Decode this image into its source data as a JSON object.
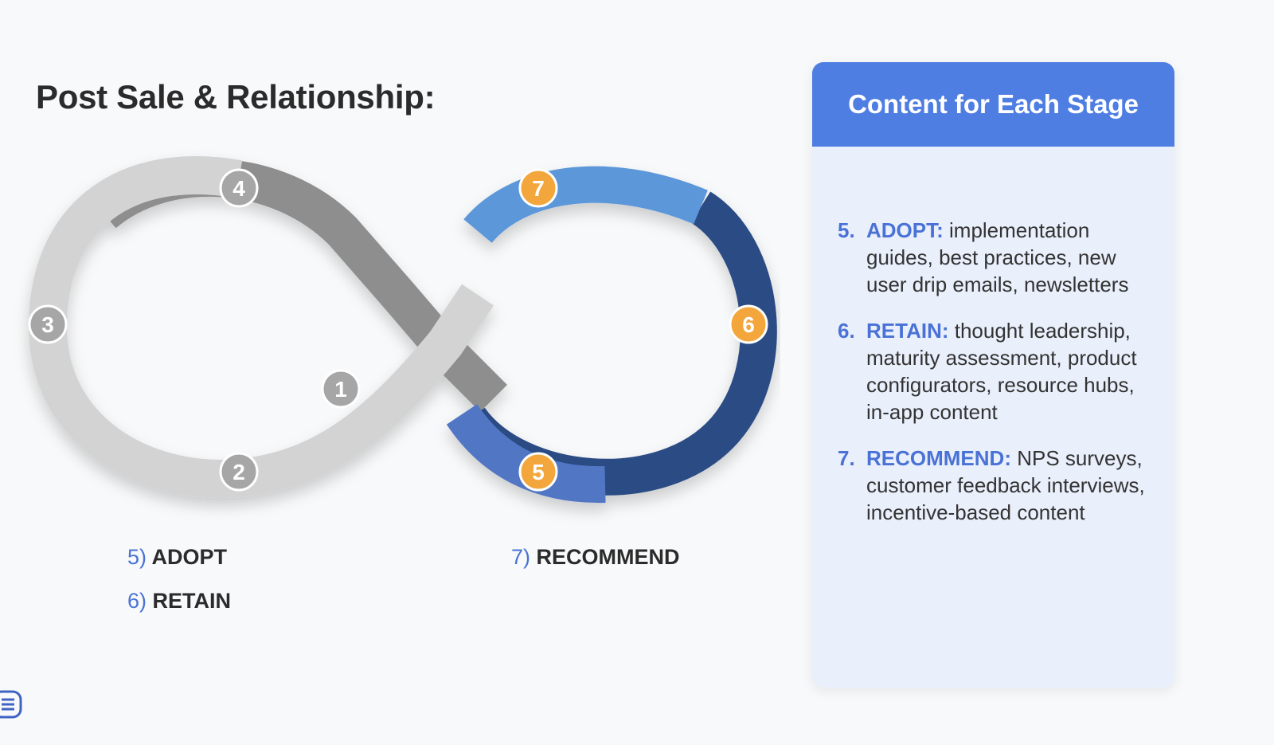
{
  "title": "Post Sale & Relationship:",
  "diagram": {
    "markers": [
      "1",
      "2",
      "3",
      "4",
      "5",
      "6",
      "7"
    ],
    "colors": {
      "loop_left_light": "#d3d3d3",
      "loop_left_dark": "#8e8e8e",
      "loop_right_navy": "#2c4b84",
      "loop_right_blue": "#5b97d9",
      "marker_gray": "#a6a6a6",
      "marker_orange": "#f3a63c"
    }
  },
  "stage_labels": [
    {
      "num": "5)",
      "text": "ADOPT"
    },
    {
      "num": "6)",
      "text": "RETAIN"
    },
    {
      "num": "7)",
      "text": "RECOMMEND"
    }
  ],
  "card": {
    "header": "Content for Each Stage",
    "items": [
      {
        "num": "5.",
        "keyword": "ADOPT:",
        "text": " implementation guides, best practices, new user drip emails, newsletters"
      },
      {
        "num": "6.",
        "keyword": "RETAIN:",
        "text": " thought leadership, maturity assessment, product configurators, resource hubs, in-app content"
      },
      {
        "num": "7.",
        "keyword": "RECOMMEND:",
        "text": " NPS surveys, customer feedback interviews, incentive-based content"
      }
    ]
  },
  "icons": {
    "menu": "notes-menu-icon"
  },
  "colors": {
    "accent": "#4f7ee3",
    "text": "#2b2b2b",
    "card_bg": "#e9effb"
  }
}
